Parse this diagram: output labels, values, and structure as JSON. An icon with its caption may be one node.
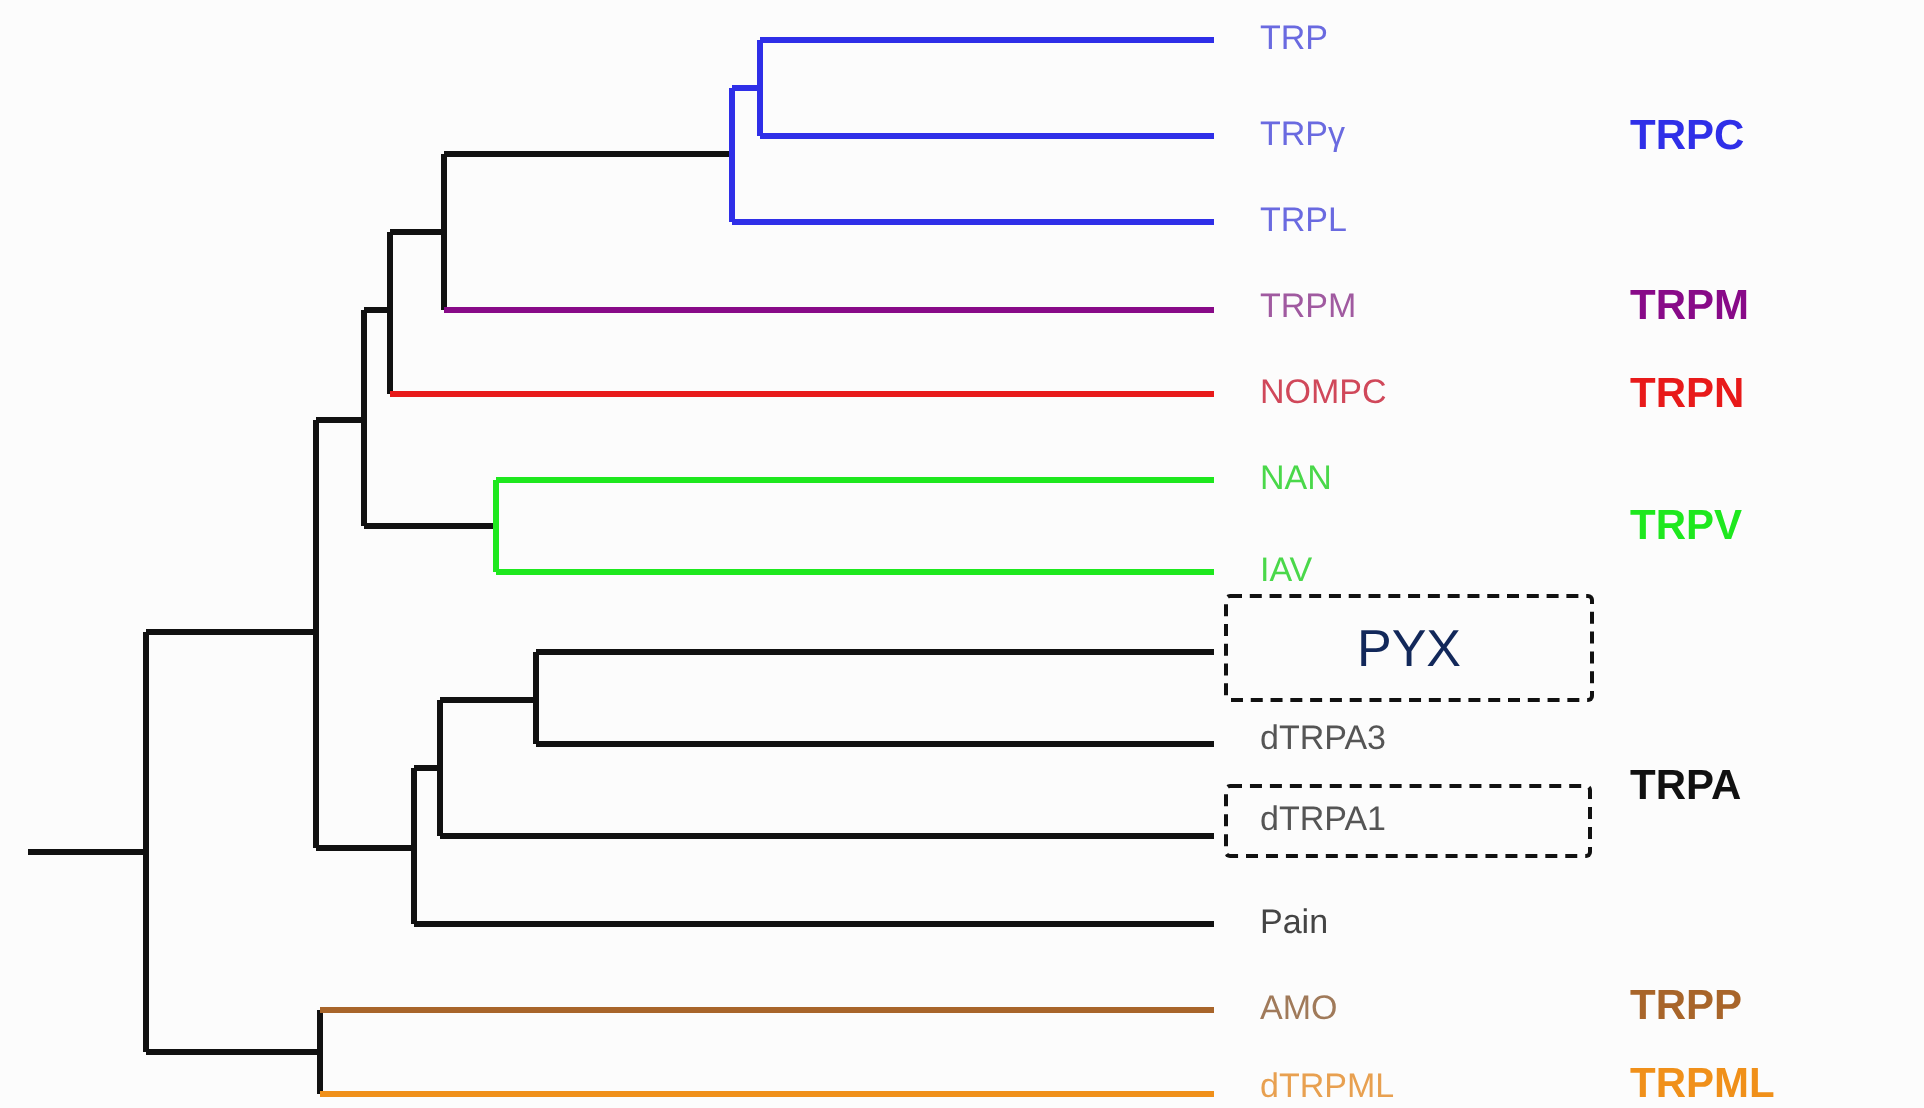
{
  "diagram": {
    "nodes": [
      {
        "text": [
          "PYX"
        ]
      },
      {
        "text": [
          "dTRPA1"
        ]
      }
    ],
    "labels": [
      "TRP",
      "TRPγ",
      "TRPC",
      "TRPL",
      "TRPM",
      "TRPM",
      "NOMPC",
      "TRPN",
      "NAN",
      "TRPV",
      "IAV",
      "dTRPA3",
      "TRPA",
      "Pain",
      "AMO",
      "TRPP",
      "dTRPML",
      "TRPML"
    ]
  }
}
